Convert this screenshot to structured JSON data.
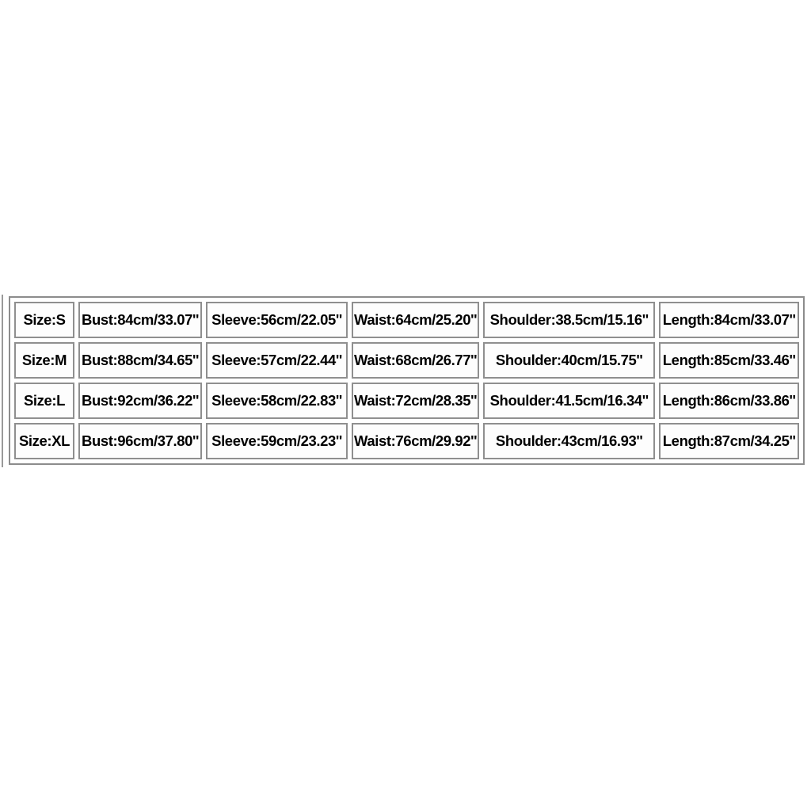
{
  "colors": {
    "background": "#ffffff",
    "border": "#8f8f8f",
    "text": "#000000"
  },
  "size_chart": {
    "columns": [
      "size",
      "bust",
      "sleeve",
      "waist",
      "shoulder",
      "length"
    ],
    "rows": [
      {
        "cells": [
          "Size:S",
          "Bust:84cm/33.07''",
          "Sleeve:56cm/22.05''",
          "Waist:64cm/25.20''",
          "Shoulder:38.5cm/15.16''",
          "Length:84cm/33.07''"
        ]
      },
      {
        "cells": [
          "Size:M",
          "Bust:88cm/34.65''",
          "Sleeve:57cm/22.44''",
          "Waist:68cm/26.77''",
          "Shoulder:40cm/15.75''",
          "Length:85cm/33.46''"
        ]
      },
      {
        "cells": [
          "Size:L",
          "Bust:92cm/36.22''",
          "Sleeve:58cm/22.83''",
          "Waist:72cm/28.35''",
          "Shoulder:41.5cm/16.34''",
          "Length:86cm/33.86''"
        ]
      },
      {
        "cells": [
          "Size:XL",
          "Bust:96cm/37.80''",
          "Sleeve:59cm/23.23''",
          "Waist:76cm/29.92''",
          "Shoulder:43cm/16.93''",
          "Length:87cm/34.25''"
        ]
      }
    ]
  }
}
